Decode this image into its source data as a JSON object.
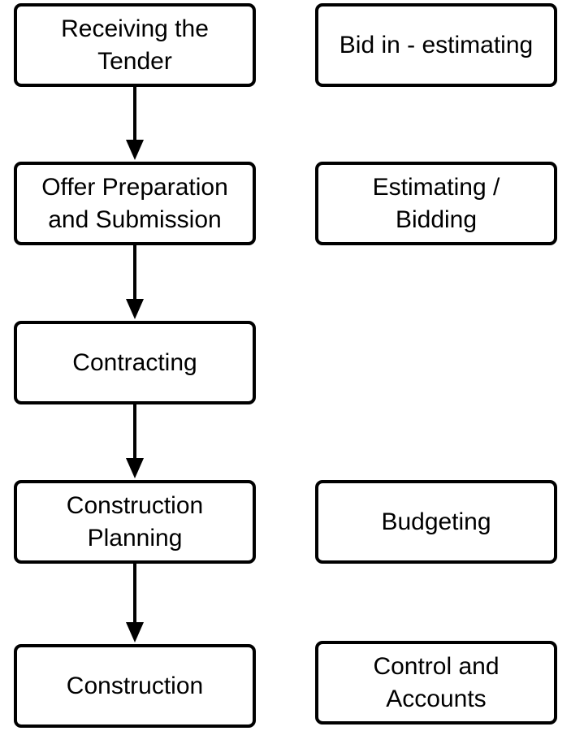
{
  "process_steps": [
    {
      "label": "Receiving the\nTender"
    },
    {
      "label": "Offer Preparation\nand Submission"
    },
    {
      "label": "Contracting"
    },
    {
      "label": "Construction\nPlanning"
    },
    {
      "label": "Construction"
    }
  ],
  "related_activities": [
    {
      "label": "Bid in - estimating"
    },
    {
      "label": "Estimating /\nBidding"
    },
    {
      "label": "Budgeting"
    },
    {
      "label": "Control and\nAccounts"
    }
  ],
  "colors": {
    "border": "#000000",
    "text": "#000000",
    "background": "#ffffff"
  }
}
